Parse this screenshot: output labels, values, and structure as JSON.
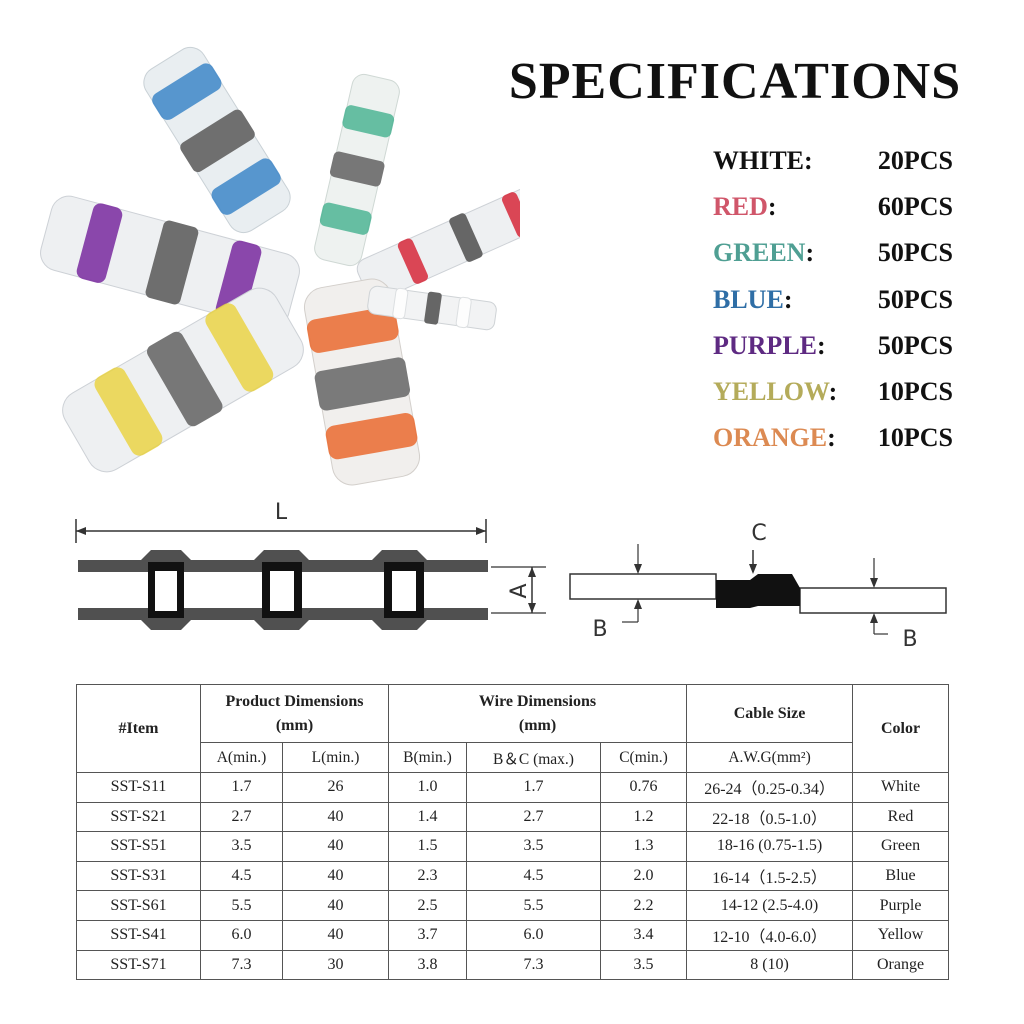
{
  "title": "SPECIFICATIONS",
  "colors": [
    {
      "name": "WHITE",
      "count": "20PCS",
      "color": "#111111"
    },
    {
      "name": "RED",
      "count": "60PCS",
      "color": "#d0566a"
    },
    {
      "name": "GREEN",
      "count": "50PCS",
      "color": "#4f9f93"
    },
    {
      "name": "BLUE",
      "count": "50PCS",
      "color": "#2f6ea6"
    },
    {
      "name": "PURPLE",
      "count": "50PCS",
      "color": "#5e2a82"
    },
    {
      "name": "YELLOW",
      "count": "10PCS",
      "color": "#b4ab5a"
    },
    {
      "name": "ORANGE",
      "count": "10PCS",
      "color": "#dc8a52"
    }
  ],
  "diagram": {
    "length_label": "L",
    "diameter_label": "A",
    "b_label": "B",
    "c_label": "C"
  },
  "table": {
    "item_header": "#Item",
    "product_header": "Product Dimensions",
    "product_unit": "(mm)",
    "wire_header": "Wire Dimensions",
    "wire_unit": "(mm)",
    "cable_header": "Cable Size",
    "color_header": "Color",
    "sub_headers": [
      "A(min.)",
      "L(min.)",
      "B(min.)",
      "B＆C (max.)",
      "C(min.)",
      "A.W.G(mm²)"
    ],
    "rows": [
      [
        "SST-S11",
        "1.7",
        "26",
        "1.0",
        "1.7",
        "0.76",
        "26-24（0.25-0.34）",
        "White"
      ],
      [
        "SST-S21",
        "2.7",
        "40",
        "1.4",
        "2.7",
        "1.2",
        "22-18（0.5-1.0）",
        "Red"
      ],
      [
        "SST-S51",
        "3.5",
        "40",
        "1.5",
        "3.5",
        "1.3",
        "18-16 (0.75-1.5)",
        "Green"
      ],
      [
        "SST-S31",
        "4.5",
        "40",
        "2.3",
        "4.5",
        "2.0",
        "16-14（1.5-2.5）",
        "Blue"
      ],
      [
        "SST-S61",
        "5.5",
        "40",
        "2.5",
        "5.5",
        "2.2",
        "14-12 (2.5-4.0)",
        "Purple"
      ],
      [
        "SST-S41",
        "6.0",
        "40",
        "3.7",
        "6.0",
        "3.4",
        "12-10（4.0-6.0）",
        "Yellow"
      ],
      [
        "SST-S71",
        "7.3",
        "30",
        "3.8",
        "7.3",
        "3.5",
        "8 (10)",
        "Orange"
      ]
    ]
  }
}
